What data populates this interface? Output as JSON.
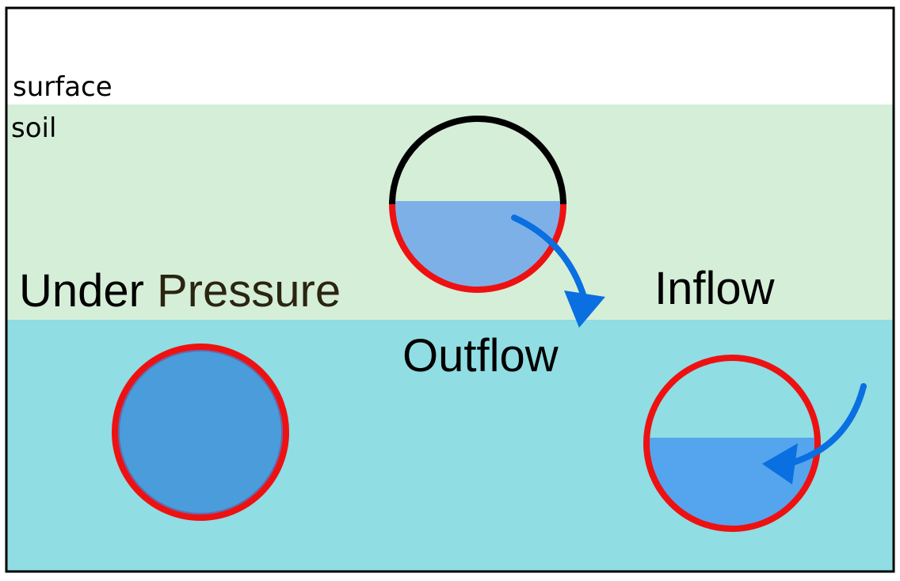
{
  "labels": {
    "surface": "surface",
    "soil": "soil",
    "under_pressure_1": "Under",
    "under_pressure_2": "Pressure",
    "outflow": "Outflow",
    "inflow": "Inflow"
  },
  "colors": {
    "surface_layer": "#ffffff",
    "soil_layer": "#d5eed8",
    "groundwater_layer": "#90dde3",
    "pipe_wall_wet": "#ee1111",
    "pipe_wall_dry": "#000000",
    "water_fill_outflow": "#7eb0e8",
    "water_fill_pressure": "#4a9cdb",
    "water_fill_inflow": "#55a4ee",
    "flow_arrow": "#0a6fe0",
    "under_text": "#000000",
    "pressure_text": "#2a2510"
  },
  "icons": {
    "outflow_arrow": "curved-arrow-down-right-icon",
    "inflow_arrow": "curved-arrow-left-icon"
  }
}
